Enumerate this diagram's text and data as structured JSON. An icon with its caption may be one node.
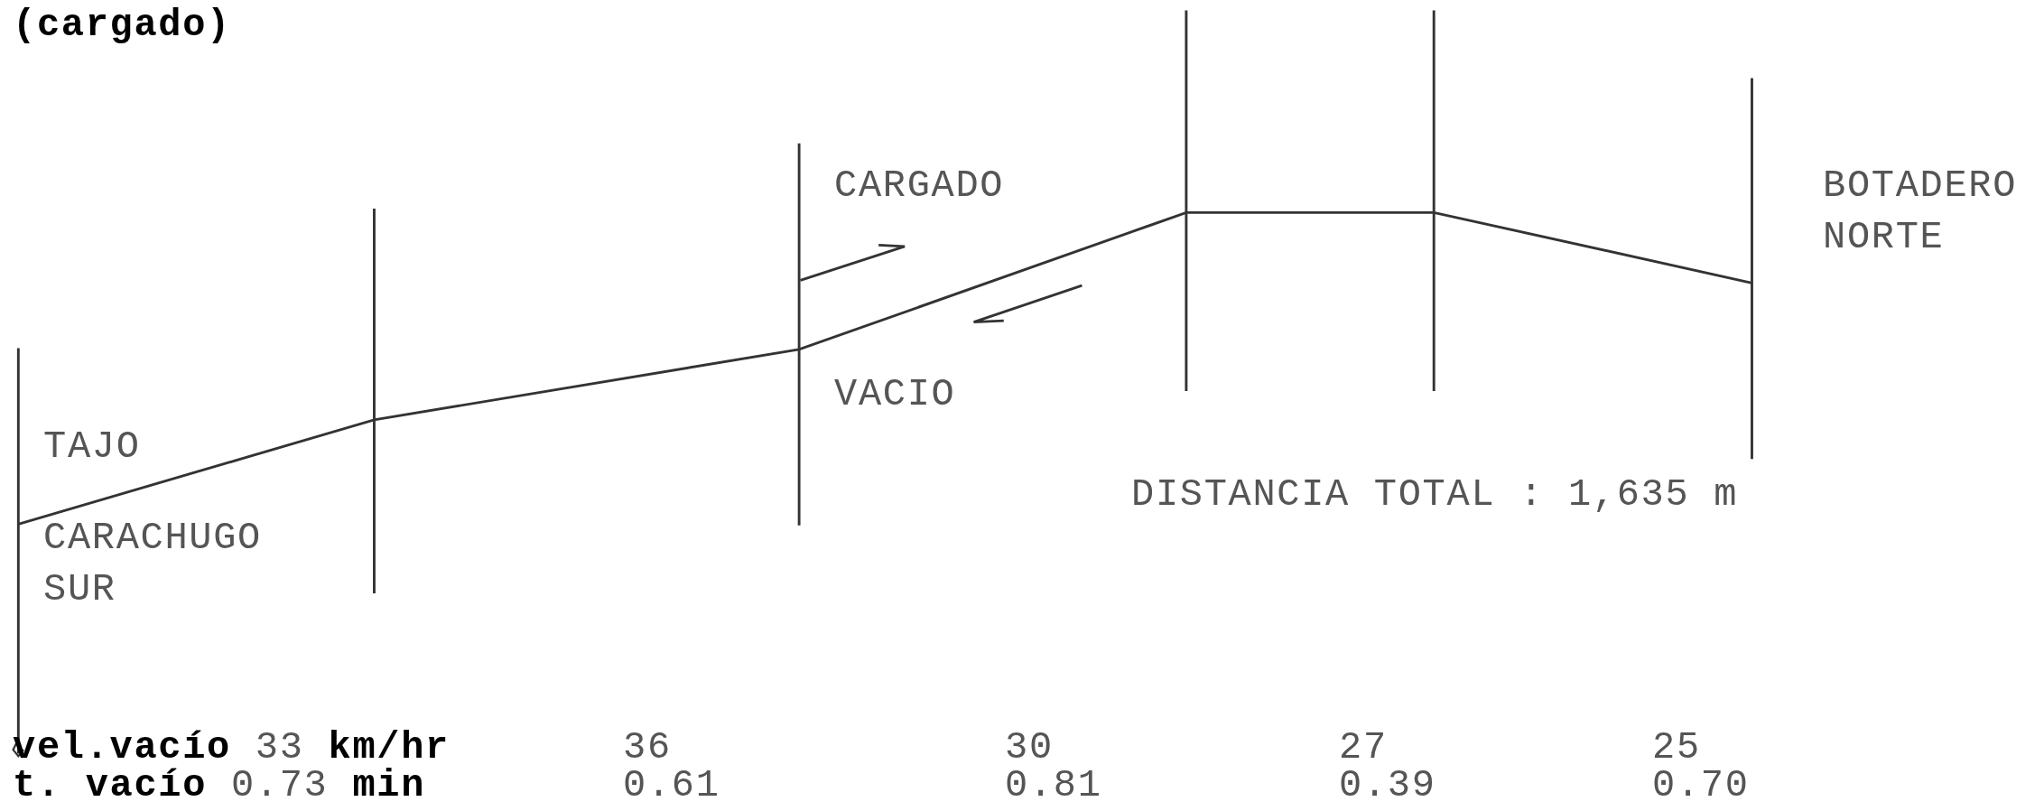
{
  "diagram": {
    "labels": [
      "(cargado)",
      "CARGADO",
      "BOTADERO NORTE",
      "TAJO",
      "VACIO",
      "DISTANCIA TOTAL : 1,635 m",
      "CARACHUGO SUR",
      "**vel.vacío** 33 **km/hr**",
      "36",
      "30",
      "27",
      "25",
      "**t. vacío** 0.73 **min**",
      "0.61",
      "0.81",
      "0.39",
      "0.70"
    ]
  }
}
